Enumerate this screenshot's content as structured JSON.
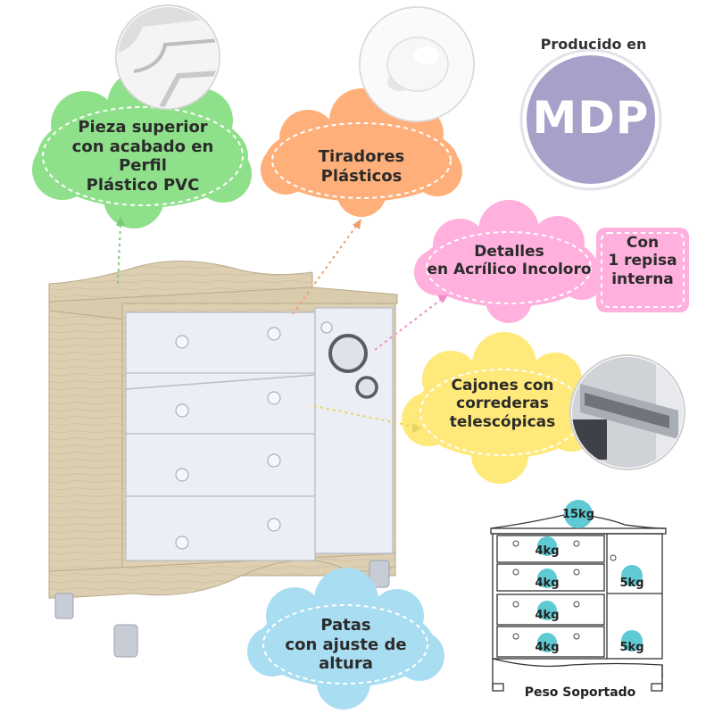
{
  "features": {
    "pvc_top": "Pieza superior\ncon acabado en Perfil\nPlástico PVC",
    "handles": "Tiradores Plásticos",
    "acrylic": "Detalles\nen Acrílico Incoloro",
    "shelf": "Con\n1 repisa\ninterna",
    "slides": "Cajones con\ncorrederas\ntelescópicas",
    "legs": "Patas\ncon ajuste de altura"
  },
  "material": {
    "caption": "Producido en",
    "name": "MDP"
  },
  "weights": {
    "top": "15kg",
    "drawer": "4kg",
    "door_upper": "5kg",
    "door_lower": "5kg",
    "caption": "Peso Soportado"
  },
  "colors": {
    "green": "#8fe08a",
    "orange": "#ffb07a",
    "pink": "#ffb0dc",
    "yellow": "#ffe97a",
    "blue": "#a9def2",
    "mdp_circle": "#a8a0c8",
    "weight_teal": "#5fcad3",
    "wood": "#dccfb2",
    "white_panel": "#eceef6"
  }
}
